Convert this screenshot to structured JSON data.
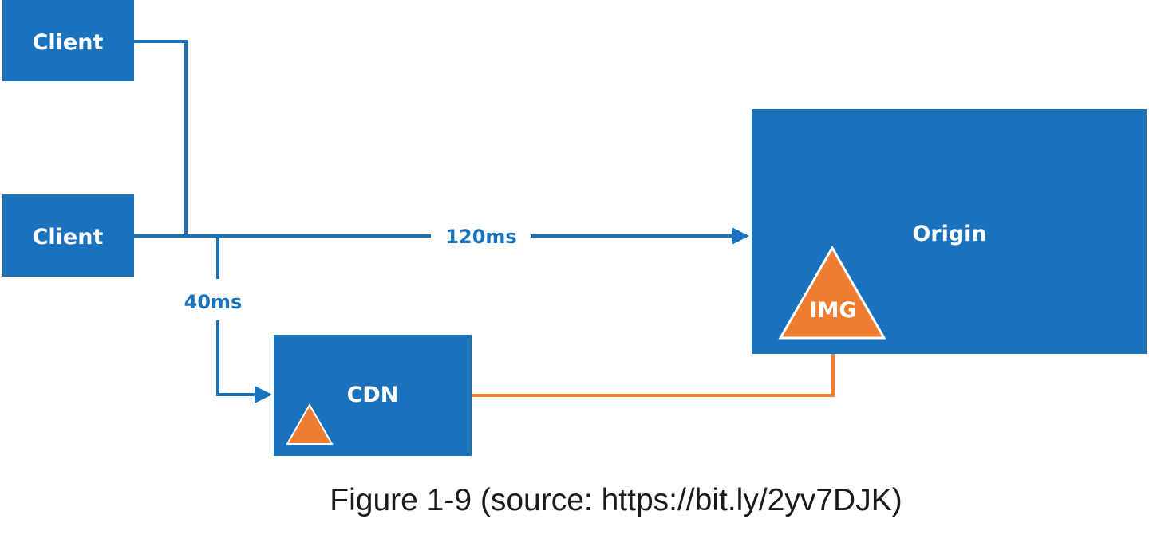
{
  "colors": {
    "box": "#1a72bd",
    "asset": "#ee7d31",
    "caption_text": "#1a1a1a"
  },
  "nodes": {
    "client_top": {
      "label": "Client"
    },
    "client_bottom": {
      "label": "Client"
    },
    "cdn": {
      "label": "CDN"
    },
    "origin": {
      "label": "Origin"
    }
  },
  "asset": {
    "label": "IMG"
  },
  "links": {
    "to_origin": {
      "latency": "120ms"
    },
    "to_cdn": {
      "latency": "40ms"
    }
  },
  "caption": "Figure 1-9 (source: https://bit.ly/2yv7DJK)"
}
